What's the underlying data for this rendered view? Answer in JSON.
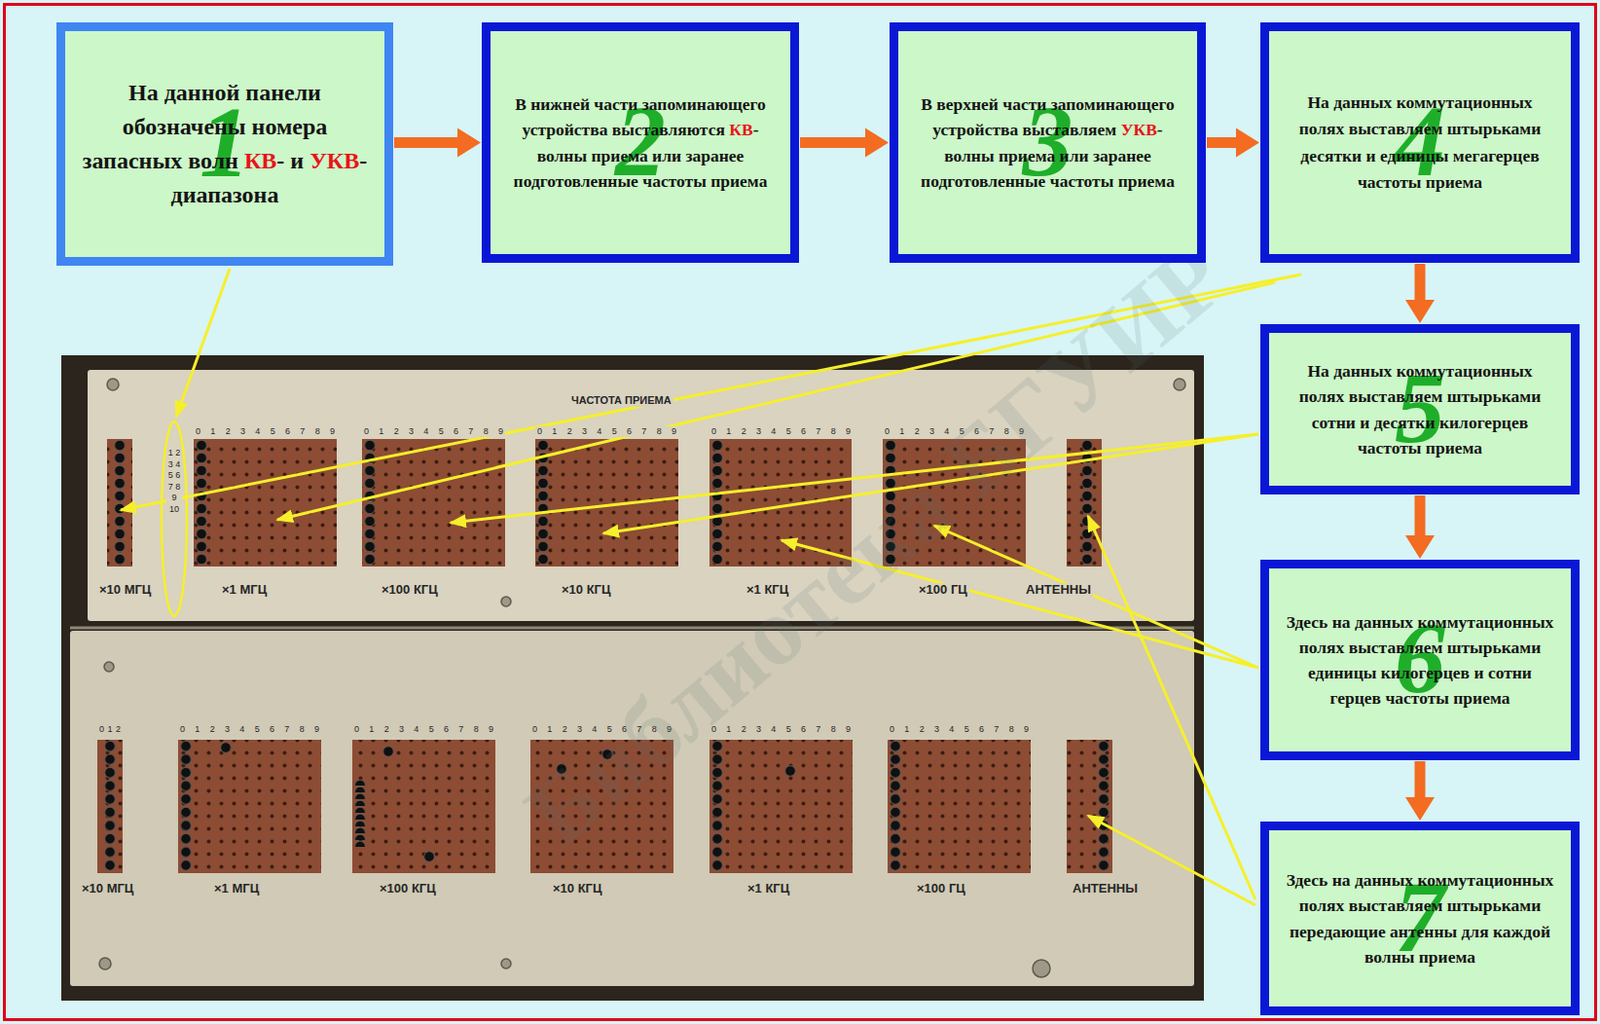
{
  "diagram": {
    "nodes": [
      {
        "text": [
          "1",
          "На данной панели обозначены номера запасных волн КВ- и УКВ-диапазона"
        ]
      },
      {
        "text": [
          "2",
          "В нижней части запоминающего устройства выставляются КВ-волны приема или заранее подготовленные частоты приема"
        ]
      },
      {
        "text": [
          "3",
          "В верхней части запоминающего устройства выставляем УКВ-волны приема или заранее подготовленные частоты приема"
        ]
      },
      {
        "text": [
          "4",
          "На данных коммутационных полях выставляем штырьками десятки и единицы мегагерцев частоты приема"
        ]
      },
      {
        "text": [
          "5",
          "На данных коммутационных полях выставляем штырьками сотни и десятки килогерцев частоты приема"
        ]
      },
      {
        "text": [
          "6",
          "Здесь на данных коммутационных полях выставляем штырьками единицы килогерцев и сотни герцев частоты приема"
        ]
      },
      {
        "text": [
          "7",
          "Здесь на данных коммутационных полях выставляем штырьками передающие антенны для каждой волны приема"
        ]
      }
    ],
    "edges": [
      {
        "from": 0,
        "to": 1,
        "arrow": "to"
      },
      {
        "from": 1,
        "to": 2,
        "arrow": "to"
      },
      {
        "from": 2,
        "to": 3,
        "arrow": "to"
      },
      {
        "from": 3,
        "to": 4,
        "arrow": "to"
      },
      {
        "from": 4,
        "to": 5,
        "arrow": "to"
      },
      {
        "from": 5,
        "to": 6,
        "arrow": "to"
      }
    ],
    "labels": [
      "ЧАСТОТА ПРИЕМА",
      "×10 МГЦ",
      "×1 МГЦ",
      "×100 КГЦ",
      "×10 КГЦ",
      "×1 КГЦ",
      "×100 ГЦ",
      "АНТЕННЫ",
      "×10 МГЦ",
      "×1 МГЦ",
      "×100 КГЦ",
      "×10 КГЦ",
      "×1 КГЦ",
      "×100 ГЦ",
      "АНТЕННЫ",
      "0 1 2 3 4 5 6 7 8 9",
      "0 1 2 3 4 5 6 7 8 9",
      "0 1 2 3 4 5 6 7 8 9",
      "0 1 2 3 4 5 6 7 8 9",
      "0 1 2 3 4 5 6 7 8 9",
      "0 1 2",
      "0 1 2 3 4 5 6 7 8 9",
      "0 1 2 3 4 5 6 7 8 9",
      "0 1 2 3 4 5 6 7 8 9",
      "0 1 2 3 4 5 6 7 8 9",
      "0 1 2 3 4 5 6 7 8 9",
      "1 2 3 4 5 6 7 8 9 10",
      "Библиотека БГУИР"
    ]
  }
}
